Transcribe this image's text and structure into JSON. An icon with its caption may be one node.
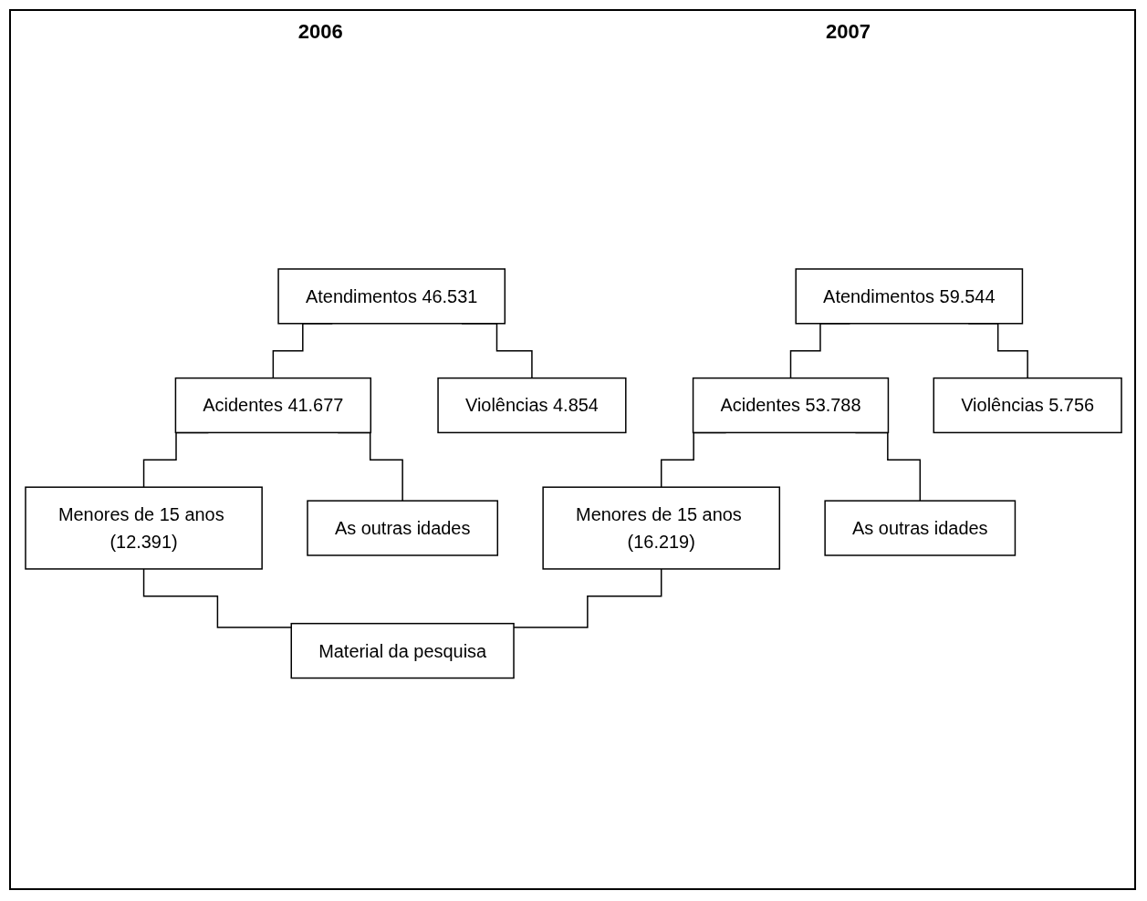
{
  "diagram": {
    "nodes": [
      {
        "text": [
          "Atendimentos 46.531"
        ]
      },
      {
        "text": [
          "Atendimentos 59.544"
        ]
      },
      {
        "text": [
          "Acidentes 41.677"
        ]
      },
      {
        "text": [
          "Violências 4.854"
        ]
      },
      {
        "text": [
          "Acidentes 53.788"
        ]
      },
      {
        "text": [
          "Violências 5.756"
        ]
      },
      {
        "text": [
          "Menores de 15 anos (12.391)"
        ]
      },
      {
        "text": [
          "As outras idades"
        ]
      },
      {
        "text": [
          "Menores de 15 anos (16.219)"
        ]
      },
      {
        "text": [
          "As outras idades"
        ]
      },
      {
        "text": [
          "Material da pesquisa"
        ]
      }
    ],
    "edges": [
      {
        "from": 0,
        "to": 2,
        "arrow": "none"
      },
      {
        "from": 0,
        "to": 3,
        "arrow": "none"
      },
      {
        "from": 2,
        "to": 6,
        "arrow": "none"
      },
      {
        "from": 2,
        "to": 7,
        "arrow": "none"
      },
      {
        "from": 1,
        "to": 4,
        "arrow": "none"
      },
      {
        "from": 1,
        "to": 5,
        "arrow": "none"
      },
      {
        "from": 4,
        "to": 8,
        "arrow": "none"
      },
      {
        "from": 4,
        "to": 9,
        "arrow": "none"
      },
      {
        "from": 6,
        "to": 10,
        "arrow": "none"
      },
      {
        "from": 8,
        "to": 10,
        "arrow": "none"
      }
    ],
    "labels": [
      "2006",
      "2007"
    ]
  }
}
